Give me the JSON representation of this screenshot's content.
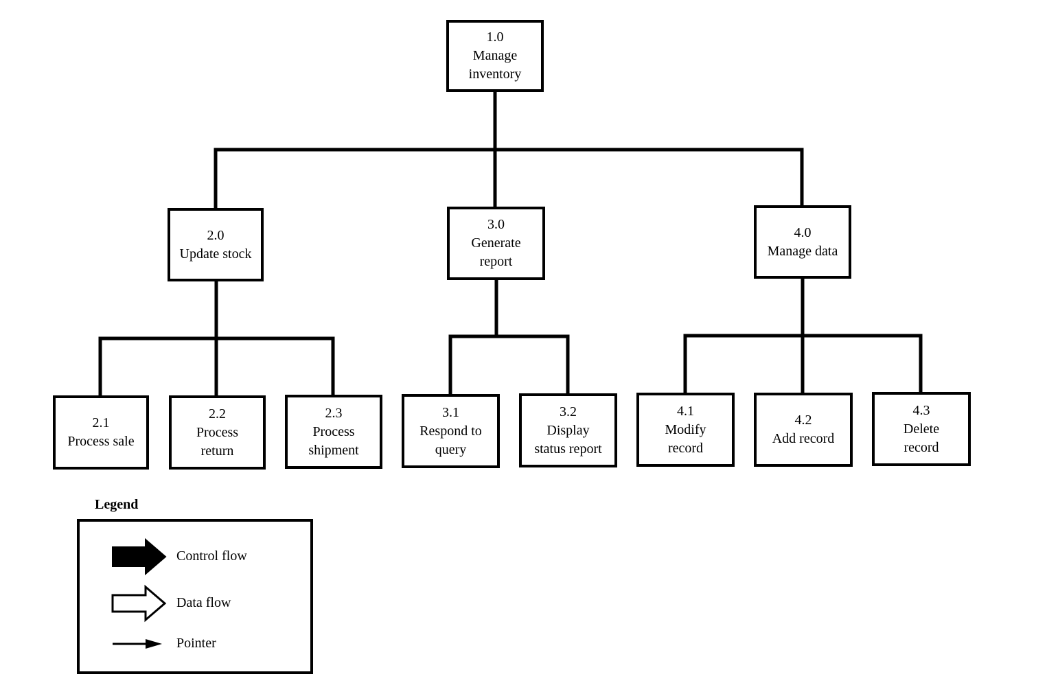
{
  "nodes": {
    "n1_0": {
      "id": "1.0",
      "lines": [
        "Manage",
        "inventory"
      ]
    },
    "n2_0": {
      "id": "2.0",
      "lines": [
        "Update stock"
      ]
    },
    "n3_0": {
      "id": "3.0",
      "lines": [
        "Generate",
        "report"
      ]
    },
    "n4_0": {
      "id": "4.0",
      "lines": [
        "Manage data"
      ]
    },
    "n2_1": {
      "id": "2.1",
      "lines": [
        "Process sale"
      ]
    },
    "n2_2": {
      "id": "2.2",
      "lines": [
        "Process",
        "return"
      ]
    },
    "n2_3": {
      "id": "2.3",
      "lines": [
        "Process",
        "shipment"
      ]
    },
    "n3_1": {
      "id": "3.1",
      "lines": [
        "Respond to",
        "query"
      ]
    },
    "n3_2": {
      "id": "3.2",
      "lines": [
        "Display",
        "status report"
      ]
    },
    "n4_1": {
      "id": "4.1",
      "lines": [
        "Modify",
        "record"
      ]
    },
    "n4_2": {
      "id": "4.2",
      "lines": [
        "Add record"
      ]
    },
    "n4_3": {
      "id": "4.3",
      "lines": [
        "Delete",
        "record"
      ]
    }
  },
  "legend": {
    "title": "Legend",
    "items": [
      {
        "label": "Control flow",
        "icon": "filled-arrow"
      },
      {
        "label": "Data flow",
        "icon": "hollow-arrow"
      },
      {
        "label": "Pointer",
        "icon": "line-arrow"
      }
    ]
  },
  "colors": {
    "line": "#000000",
    "background": "#ffffff"
  }
}
